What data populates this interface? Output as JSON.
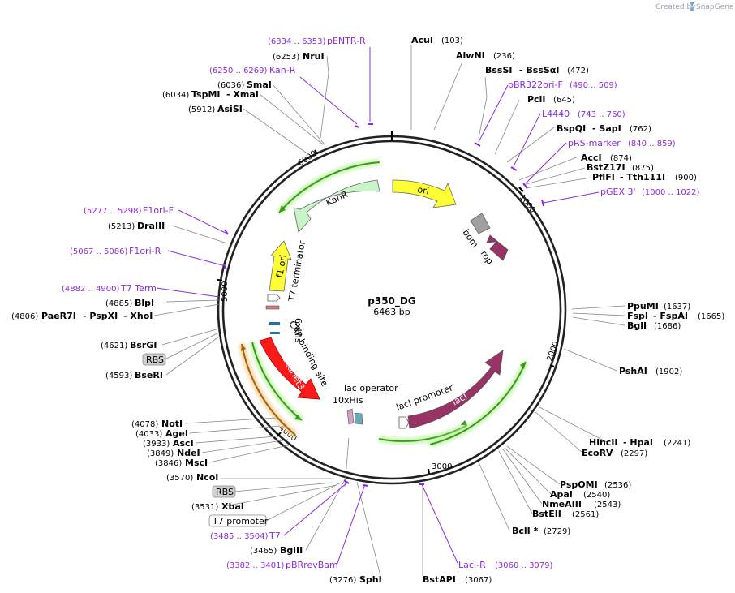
{
  "credit": {
    "prefix": "Created by",
    "brand": "SnapGene"
  },
  "plasmid": {
    "name": "p350_DG",
    "length": "6463 bp"
  },
  "ticks": [
    "1000",
    "2000",
    "3000",
    "4000",
    "5000",
    "6000"
  ],
  "enzymes_right": [
    {
      "name": "AcuI",
      "pos": "(103)"
    },
    {
      "name": "AlwNI",
      "pos": "(236)"
    },
    {
      "name": "BssSI",
      "extra": "- BssSαI",
      "pos": "(472)"
    },
    {
      "name": "PciI",
      "pos": "(645)"
    },
    {
      "name": "BspQI",
      "extra": "- SapI",
      "pos": "(762)"
    },
    {
      "name": "AccI",
      "pos": "(874)"
    },
    {
      "name": "BstZ17I",
      "pos": "(875)"
    },
    {
      "name": "PflFI",
      "extra": "- Tth111I",
      "pos": "(900)"
    },
    {
      "name": "PpuMI",
      "pos": "(1637)"
    },
    {
      "name": "FspI",
      "extra": "- FspAI",
      "pos": "(1665)"
    },
    {
      "name": "BglI",
      "pos": "(1686)"
    },
    {
      "name": "PshAI",
      "pos": "(1902)"
    },
    {
      "name": "HincII",
      "extra": "- HpaI",
      "pos": "(2241)"
    },
    {
      "name": "EcoRV",
      "pos": "(2297)"
    },
    {
      "name": "PspOMI",
      "pos": "(2536)"
    },
    {
      "name": "ApaI",
      "pos": "(2540)"
    },
    {
      "name": "NmeAIII",
      "pos": "(2543)"
    },
    {
      "name": "BstEII",
      "pos": "(2561)"
    },
    {
      "name": "BclI *",
      "pos": "(2729)"
    },
    {
      "name": "BstAPI",
      "pos": "(3067)"
    }
  ],
  "enzymes_left": [
    {
      "name": "NruI",
      "pos": "(6253)"
    },
    {
      "name": "SmaI",
      "pos": "(6036)"
    },
    {
      "name": "TspMI",
      "extra": "- XmaI",
      "pos": "(6034)"
    },
    {
      "name": "AsiSI",
      "pos": "(5912)"
    },
    {
      "name": "DraIII",
      "pos": "(5213)"
    },
    {
      "name": "BlpI",
      "pos": "(4885)"
    },
    {
      "name": "PaeR7I",
      "extra": "- PspXI",
      "extra2": "- XhoI",
      "pos": "(4806)"
    },
    {
      "name": "BsrGI",
      "pos": "(4621)"
    },
    {
      "name": "BseRI",
      "pos": "(4593)"
    },
    {
      "name": "NotI",
      "pos": "(4078)"
    },
    {
      "name": "AgeI",
      "pos": "(4033)"
    },
    {
      "name": "AscI",
      "pos": "(3933)"
    },
    {
      "name": "NdeI",
      "pos": "(3849)"
    },
    {
      "name": "MscI",
      "pos": "(3846)"
    },
    {
      "name": "NcoI",
      "pos": "(3570)"
    },
    {
      "name": "XbaI",
      "pos": "(3531)"
    },
    {
      "name": "BglII",
      "pos": "(3465)"
    },
    {
      "name": "SphI",
      "pos": "(3276)"
    }
  ],
  "primers": [
    {
      "name": "pENTR-R",
      "range": "(6334 .. 6353)"
    },
    {
      "name": "Kan-R",
      "range": "(6250 .. 6269)"
    },
    {
      "name": "pBR322ori-F",
      "range": "(490 .. 509)"
    },
    {
      "name": "L4440",
      "range": "(743 .. 760)"
    },
    {
      "name": "pRS-marker",
      "range": "(840 .. 859)"
    },
    {
      "name": "pGEX 3'",
      "range": "(1000 .. 1022)"
    },
    {
      "name": "F1ori-F",
      "range": "(5277 .. 5298)"
    },
    {
      "name": "F1ori-R",
      "range": "(5067 .. 5086)"
    },
    {
      "name": "T7 Term",
      "range": "(4882 .. 4900)"
    },
    {
      "name": "T7",
      "range": "(3485 .. 3504)"
    },
    {
      "name": "pBRrevBam",
      "range": "(3382 .. 3401)"
    },
    {
      "name": "LacI-R",
      "range": "(3060 .. 3079)"
    }
  ],
  "boxed_labels": [
    "RBS",
    "RBS",
    "T7 promoter"
  ],
  "features": [
    "ori",
    "KanR",
    "bom",
    "rop",
    "f1 ori",
    "T7 terminator",
    "6xHis",
    "CAP binding site",
    "mScarlet3",
    "lac operator",
    "10xHis",
    "lacI promoter",
    "lacI"
  ],
  "colors": {
    "primer": "#8a2be2",
    "ori": "#ffff33",
    "kanr": "#c8f5c8",
    "lacI": "#993366",
    "mscarlet": "#ff1a1a",
    "bom": "#a0a0a0",
    "orf_arrow": "#3a9a1a",
    "orf_glow": "#c8f5b0"
  }
}
